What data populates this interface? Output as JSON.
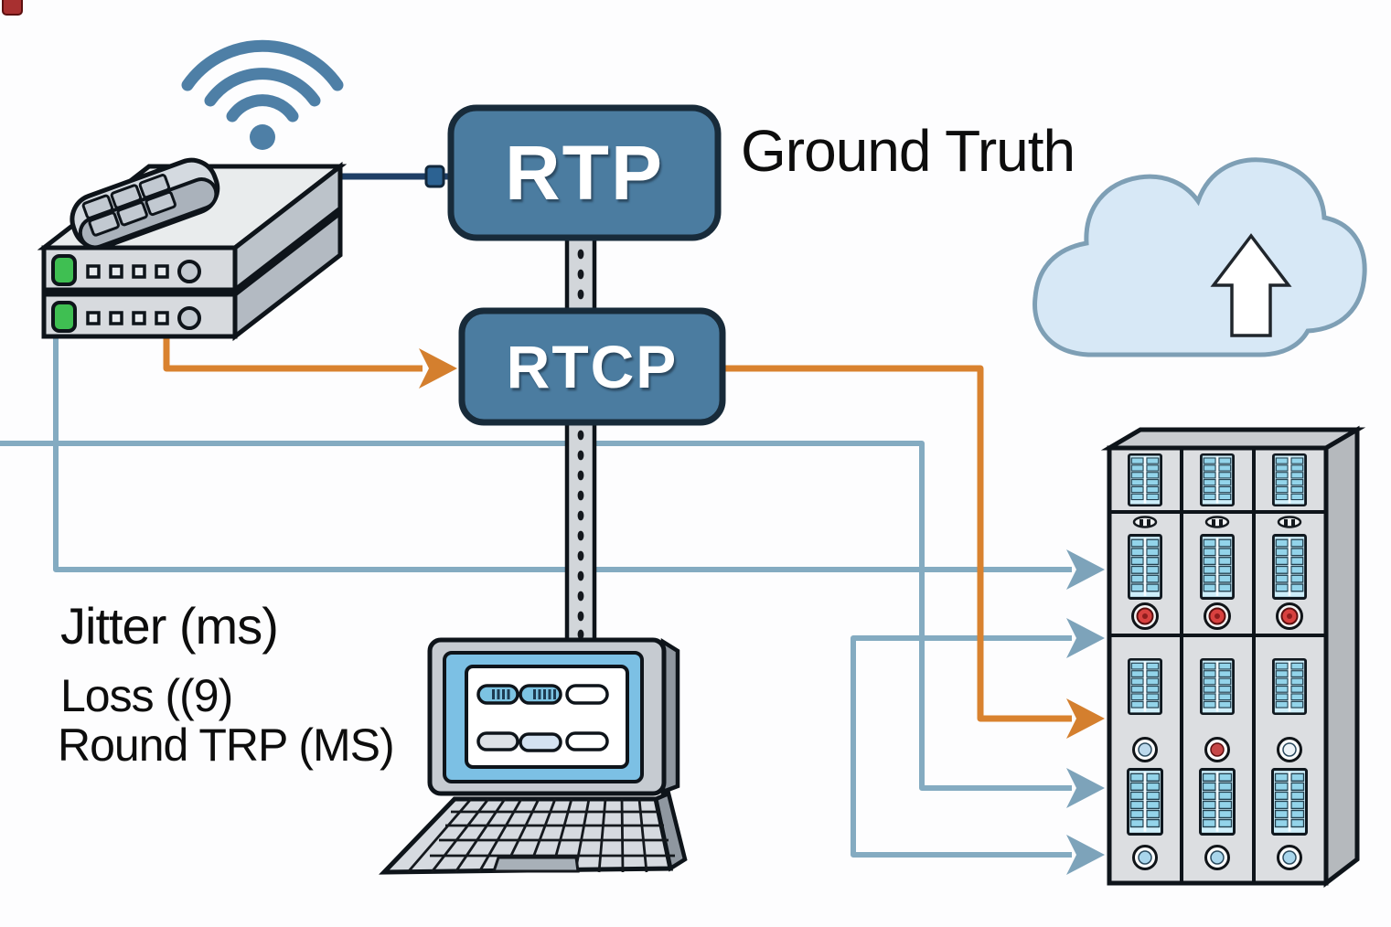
{
  "labels": {
    "rtp": "RTP",
    "rtcp": "RTCP",
    "ground_truth": "Ground Truth",
    "metrics": [
      "Jitter (ms)",
      "Loss ((9)",
      "Round TRP (MS)"
    ]
  },
  "icons": {
    "wifi": "wifi-icon",
    "set_top_box": "set-top-box-icon",
    "remote": "remote-control-icon",
    "cloud_upload": "cloud-upload-icon",
    "laptop": "laptop-icon",
    "server_rack": "server-rack-icon"
  },
  "edges": [
    {
      "from": "set-top-box",
      "to": "rtp",
      "color": "navy"
    },
    {
      "from": "set-top-box",
      "to": "rtcp",
      "color": "orange"
    },
    {
      "from": "rtcp",
      "to": "server-rack",
      "color": "orange"
    },
    {
      "from": "left-edge",
      "to": "server-rack",
      "color": "steel"
    },
    {
      "from": "set-top-box",
      "to": "server-rack",
      "color": "steel"
    },
    {
      "from": "laptop-area",
      "to": "server-rack",
      "color": "steel"
    },
    {
      "from": "rtp",
      "to": "rtcp",
      "type": "dashed-bar"
    },
    {
      "from": "rtcp",
      "to": "laptop",
      "type": "dashed-bar"
    }
  ],
  "colors": {
    "flow_steel": "#84abc1",
    "flow_orange": "#d9822f",
    "flow_navy": "#1f3f66",
    "node_fill": "#4b7ca0",
    "node_border": "#182b3a",
    "cloud_fill": "#d7e8f6",
    "cloud_border": "#7e9fb5",
    "wifi_blue": "#4e7fa6",
    "led_green": "#3fbf52",
    "button_red": "#d8413f",
    "vent_blue": "#cdeefa"
  }
}
